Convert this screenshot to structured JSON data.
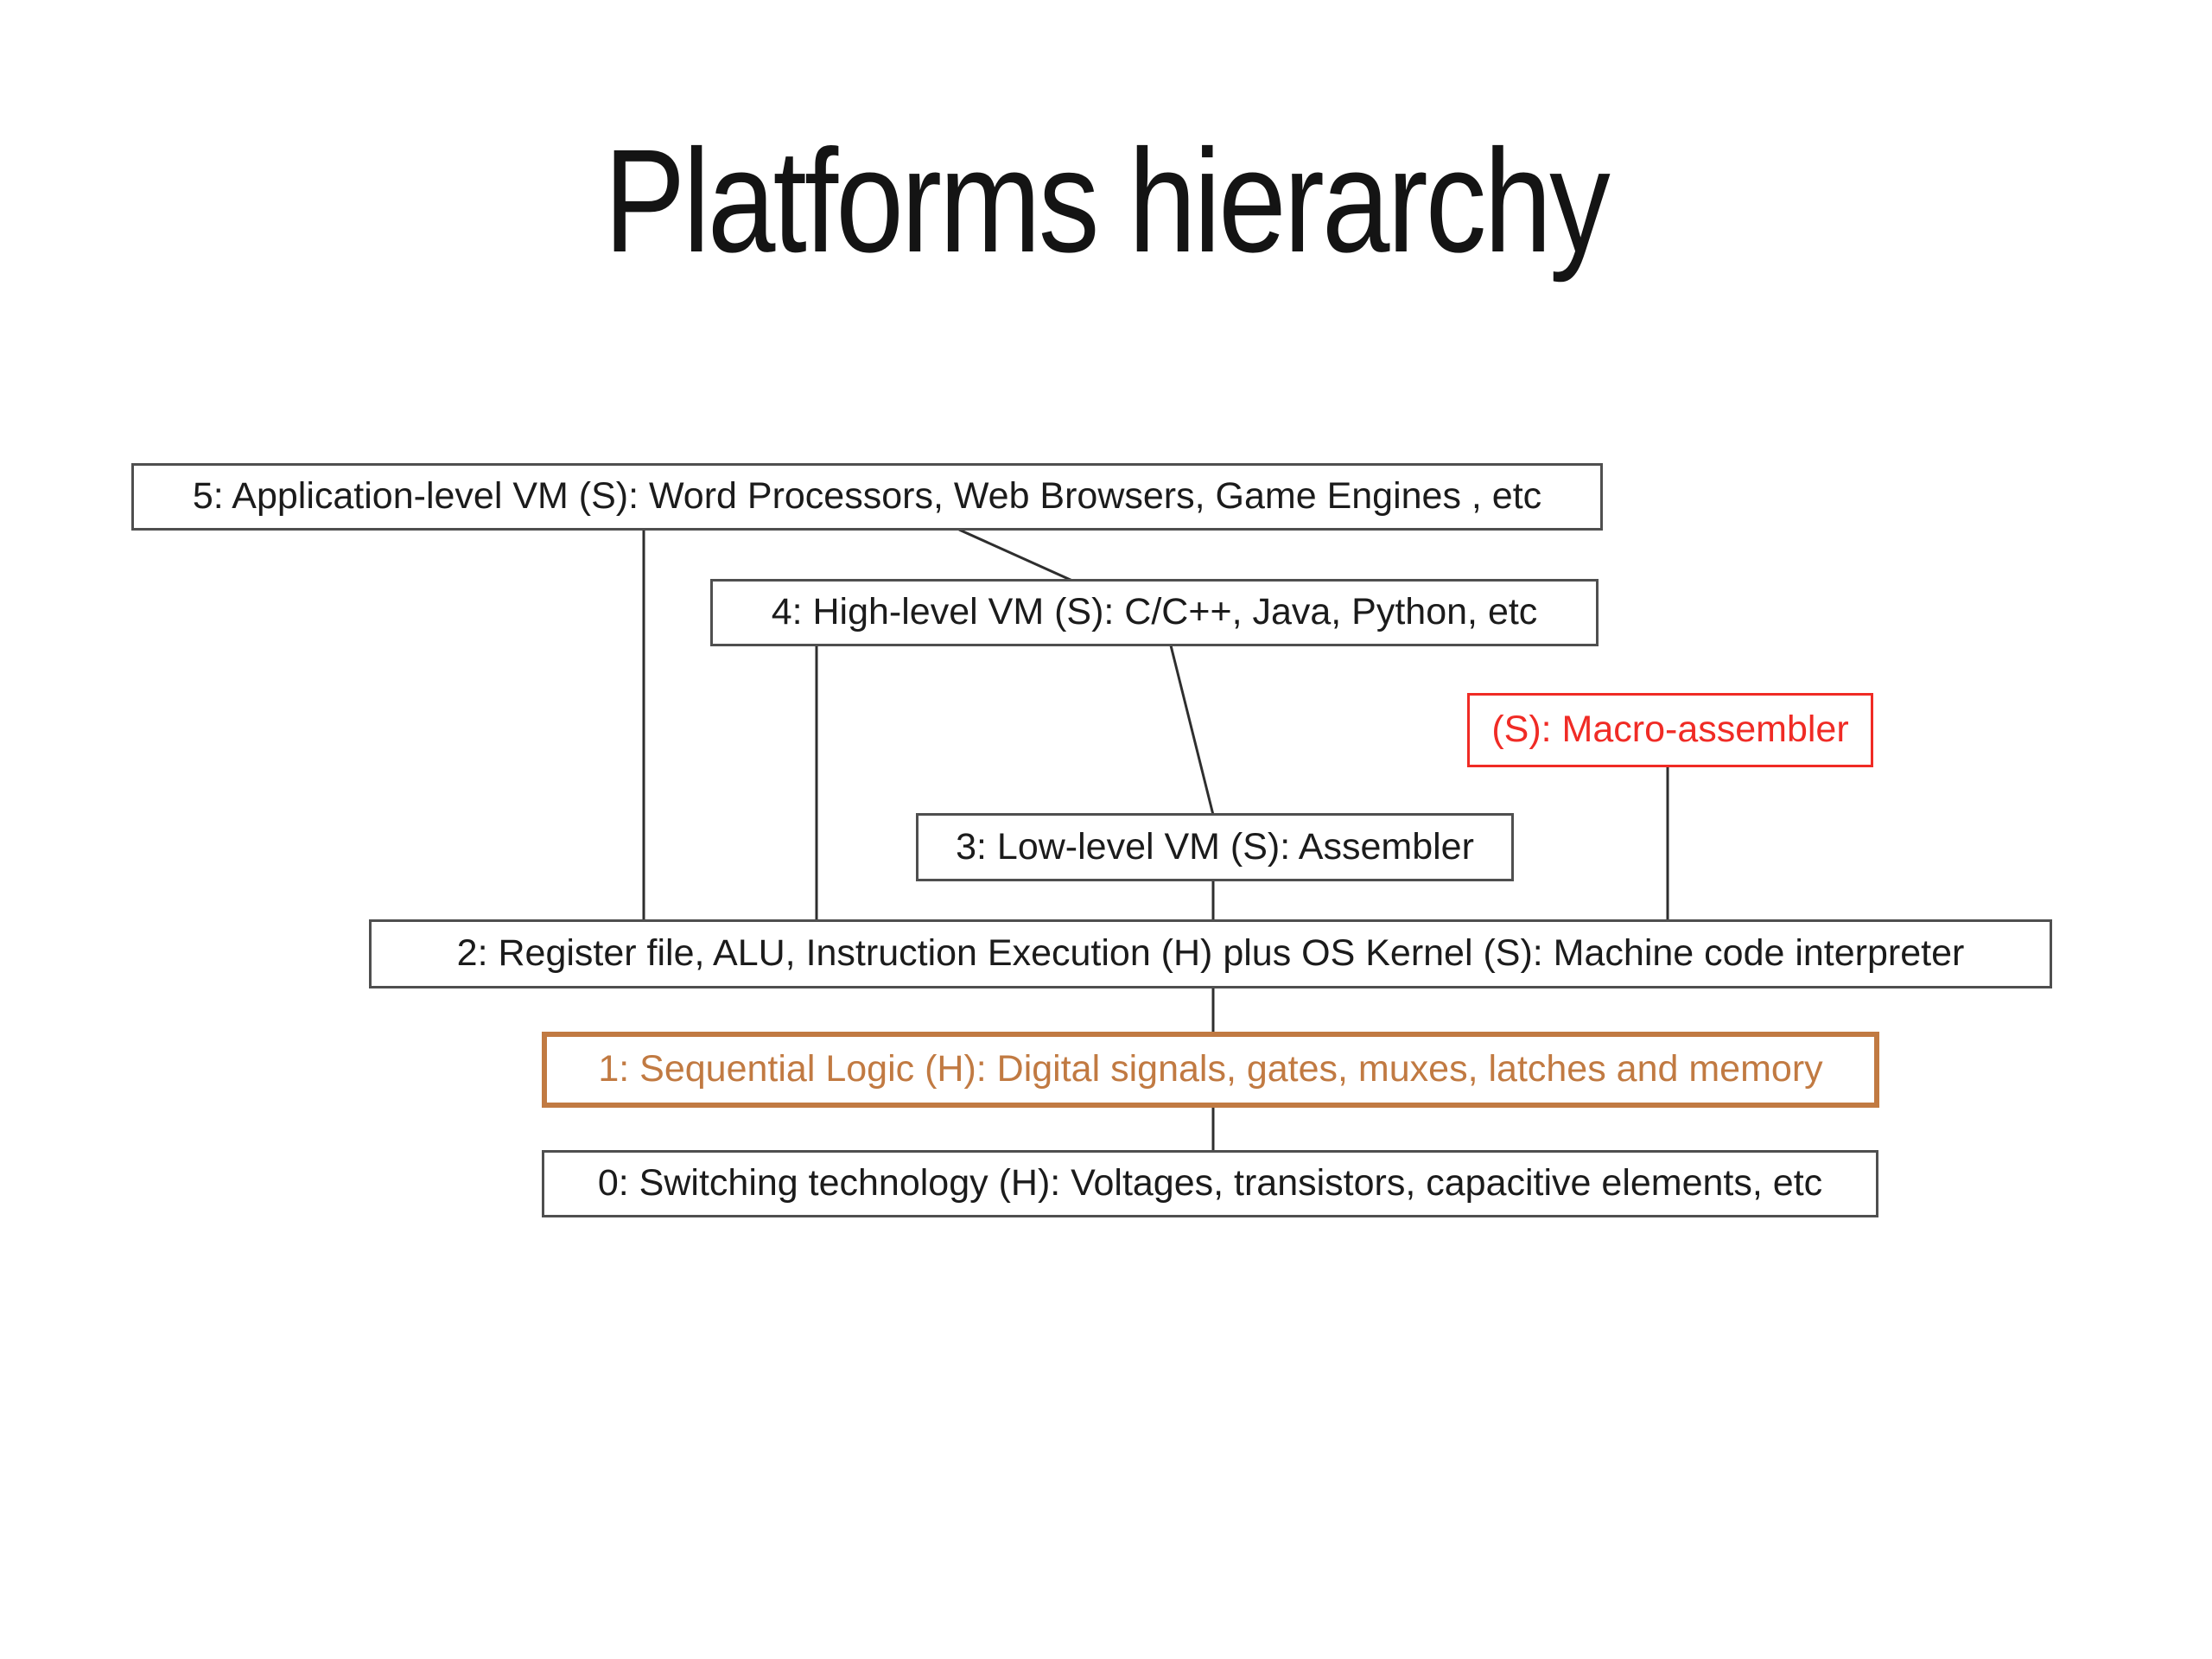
{
  "title": "Platforms hierarchy",
  "colors": {
    "accent_red": "#F02B25",
    "accent_orange": "#C17A42",
    "border_gray": "#4F4F4F",
    "connector": "#2E2E2E",
    "text": "#1B1B1B"
  },
  "boxes": {
    "level5": {
      "label": "5: Application-level VM (S): Word Processors, Web Browsers, Game Engines , etc"
    },
    "level4": {
      "label": "4: High-level VM (S): C/C++, Java, Python, etc"
    },
    "macro": {
      "label": "(S): Macro-assembler"
    },
    "level3": {
      "label": "3: Low-level VM (S): Assembler"
    },
    "level2": {
      "label": "2: Register file, ALU, Instruction Execution (H) plus OS Kernel (S): Machine code interpreter"
    },
    "level1": {
      "label": "1: Sequential Logic (H): Digital signals, gates, muxes, latches and memory"
    },
    "level0": {
      "label": "0: Switching technology (H): Voltages, transistors, capacitive elements, etc"
    }
  }
}
